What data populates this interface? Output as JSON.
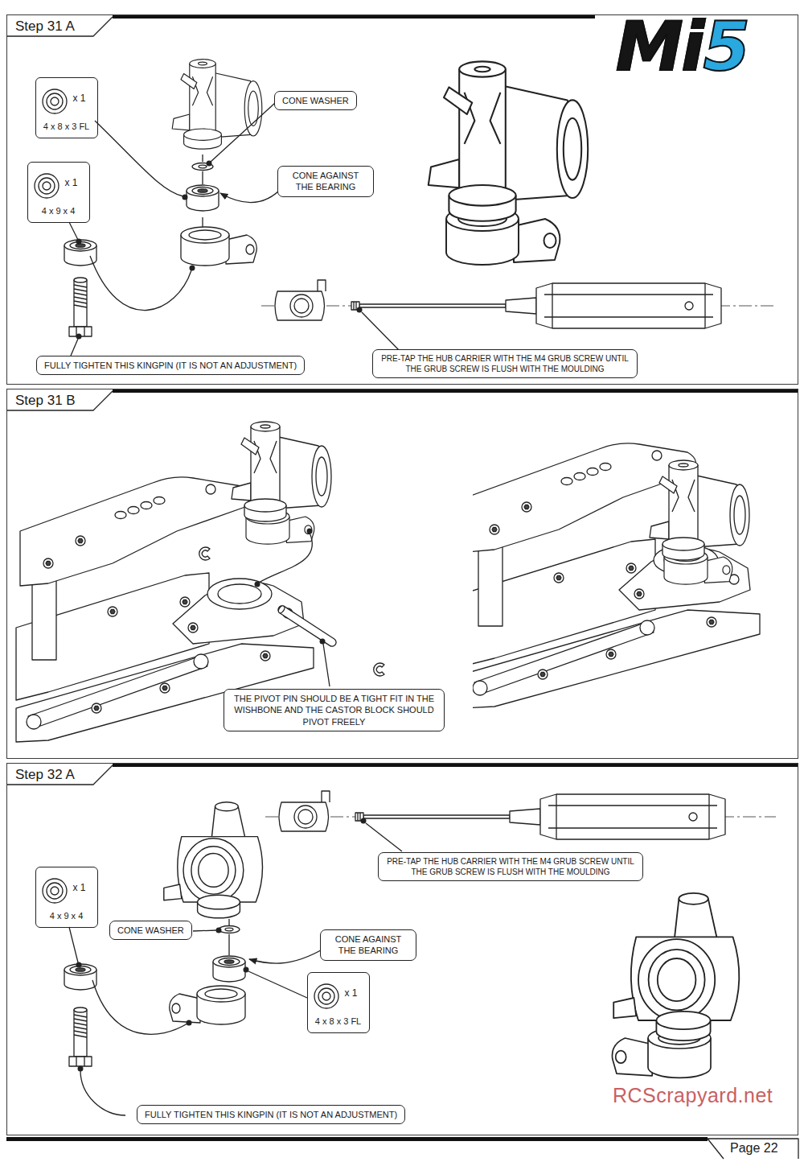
{
  "diagram": {
    "nodes": [
      {
        "text": [
          "Step 31 A"
        ]
      },
      {
        "text": [
          "x 1",
          "4 x 8 x 3 FL"
        ],
        "in": 0
      },
      {
        "text": [
          "CONE WASHER"
        ],
        "in": 0
      },
      {
        "text": [
          "x 1",
          "4 x 9 x 4"
        ],
        "in": 0
      },
      {
        "text": [
          "CONE AGAINST THE BEARING"
        ],
        "in": 0
      },
      {
        "text": [
          "FULLY TIGHTEN THIS KINGPIN (IT IS NOT AN ADJUSTMENT)"
        ],
        "in": 0
      },
      {
        "text": [
          "PRE-TAP THE HUB CARRIER WITH THE M4 GRUB SCREW UNTIL THE GRUB SCREW IS FLUSH WITH THE MOULDING"
        ],
        "in": 0
      },
      {
        "text": [
          "Step 31 B"
        ]
      },
      {
        "text": [
          "THE PIVOT PIN SHOULD BE A TIGHT FIT IN THE WISHBONE AND THE CASTOR BLOCK SHOULD PIVOT FREELY"
        ],
        "in": 7
      },
      {
        "text": [
          "Step 32 A"
        ]
      },
      {
        "text": [
          "PRE-TAP THE HUB CARRIER WITH THE M4 GRUB SCREW UNTIL THE GRUB SCREW IS FLUSH WITH THE MOULDING"
        ],
        "in": 9
      },
      {
        "text": [
          "x 1",
          "4 x 9 x 4"
        ],
        "in": 9
      },
      {
        "text": [
          "CONE WASHER"
        ],
        "in": 9
      },
      {
        "text": [
          "CONE AGAINST THE BEARING"
        ],
        "in": 9
      },
      {
        "text": [
          "x 1",
          "4 x 8 x 3 FL"
        ],
        "in": 9
      },
      {
        "text": [
          "FULLY TIGHTEN THIS KINGPIN (IT IS NOT AN ADJUSTMENT)"
        ],
        "in": 9
      }
    ],
    "labels": [
      "Mi5",
      "Page 22",
      "RCScrapyard.net"
    ]
  }
}
